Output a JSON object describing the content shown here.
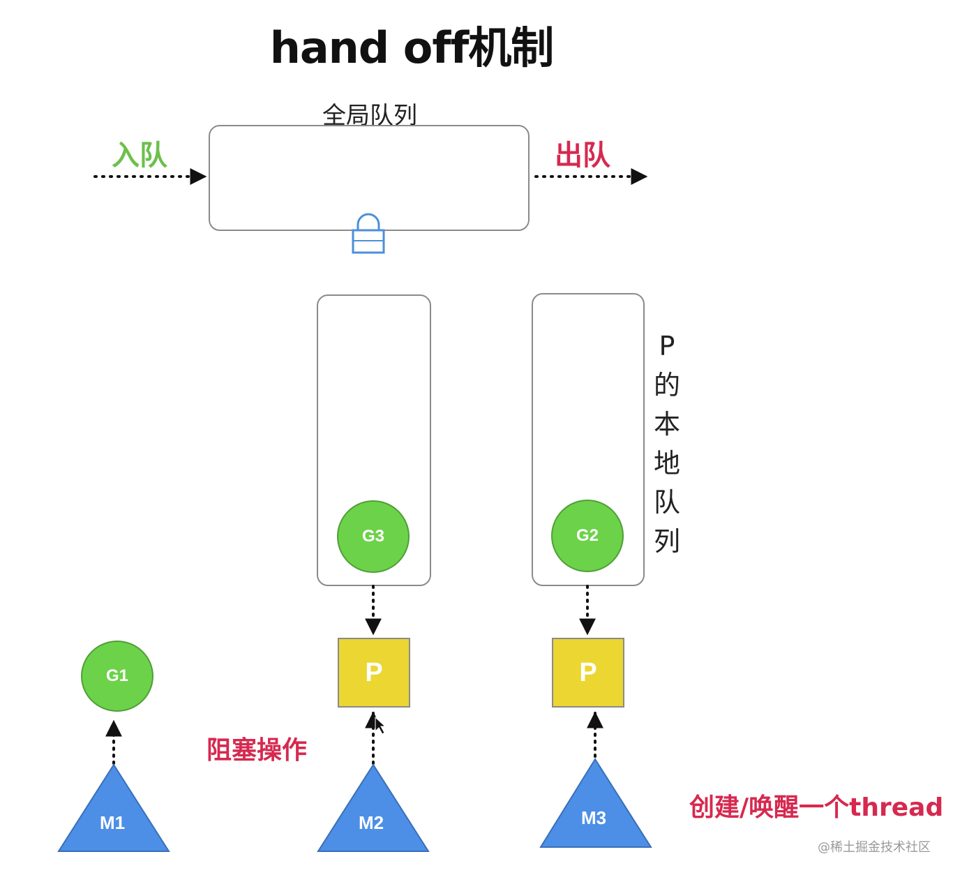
{
  "title": "hand off机制",
  "global_queue": {
    "label": "全局队列",
    "enqueue_label": "入队",
    "dequeue_label": "出队"
  },
  "local_queue_label_chars": [
    "P",
    "的",
    "本",
    "地",
    "队",
    "列"
  ],
  "goroutines": {
    "g1": "G1",
    "g2": "G2",
    "g3": "G3"
  },
  "processors": {
    "p1": "P",
    "p2": "P"
  },
  "threads": {
    "m1": "M1",
    "m2": "M2",
    "m3": "M3"
  },
  "annotations": {
    "blocking": "阻塞操作",
    "create_wake": "创建/唤醒一个thread"
  },
  "watermark": "@稀土掘金技术社区",
  "colors": {
    "goroutine": "#6cd24a",
    "processor": "#ecd632",
    "thread": "#4d8fe6",
    "enqueue": "#6cc04a",
    "highlight": "#d6294f",
    "lock": "#4a90d9"
  }
}
